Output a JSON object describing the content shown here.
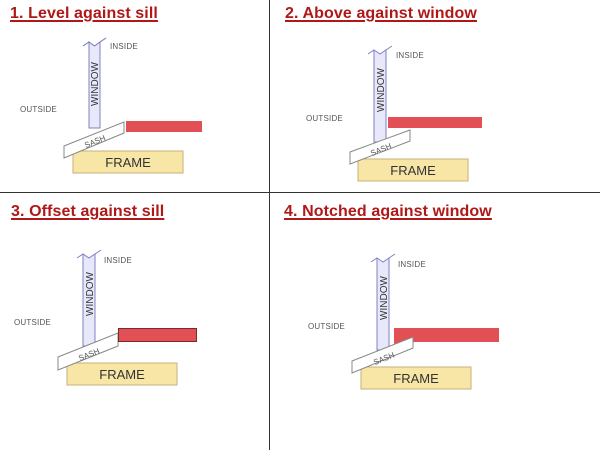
{
  "colors": {
    "title": "#b01818",
    "seal": "#e05055",
    "seal_outline_panel3": "#7a2a2a",
    "window_fill": "#e8e8fb",
    "window_stroke": "#8080c0",
    "frame_fill": "#f8e6a6",
    "frame_stroke": "#c8b27a",
    "sash_stroke": "#888888"
  },
  "panels": [
    {
      "title": "1. Level against sill",
      "labels": {
        "inside": "INSIDE",
        "outside": "OUTSIDE",
        "window": "WINDOW",
        "sash": "SASH",
        "frame": "FRAME"
      }
    },
    {
      "title": "2. Above against window",
      "labels": {
        "inside": "INSIDE",
        "outside": "OUTSIDE",
        "window": "WINDOW",
        "sash": "SASH",
        "frame": "FRAME"
      }
    },
    {
      "title": "3. Offset against sill",
      "labels": {
        "inside": "INSIDE",
        "outside": "OUTSIDE",
        "window": "WINDOW",
        "sash": "SASH",
        "frame": "FRAME"
      }
    },
    {
      "title": "4. Notched against window",
      "labels": {
        "inside": "INSIDE",
        "outside": "OUTSIDE",
        "window": "WINDOW",
        "sash": "SASH",
        "frame": "FRAME"
      }
    }
  ]
}
